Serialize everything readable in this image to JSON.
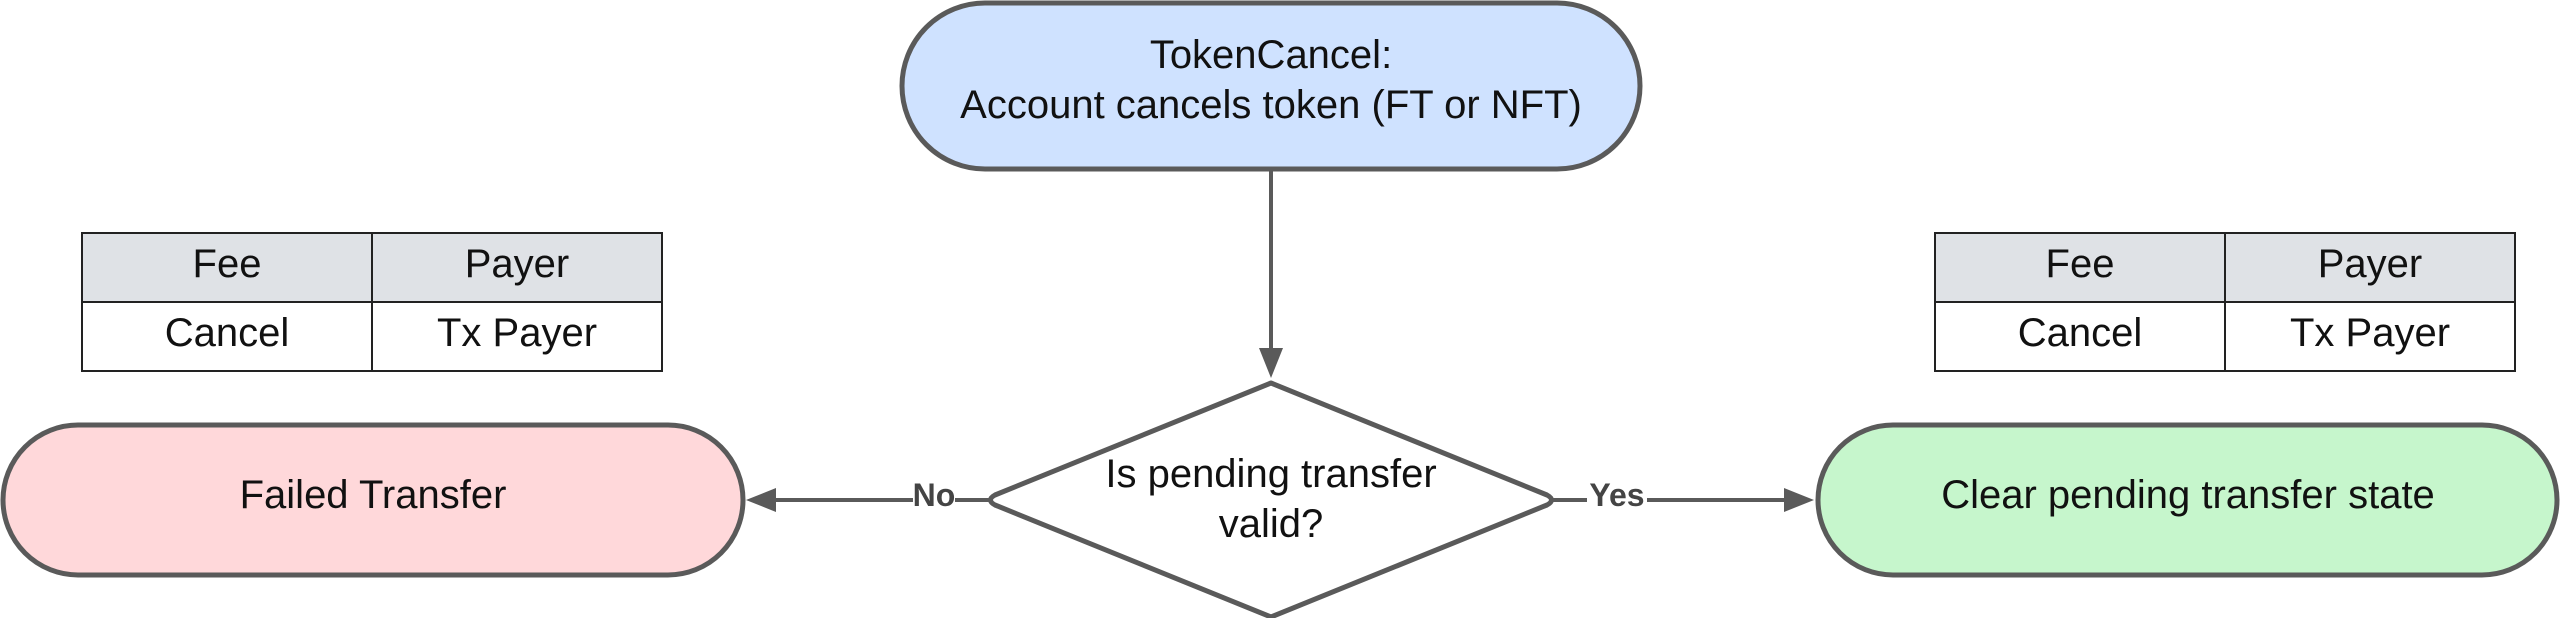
{
  "colors": {
    "start_fill": "#cfe2ff",
    "fail_fill": "#ffd8da",
    "success_fill": "#c6f6cc",
    "stroke": "#5a5a5a",
    "table_header_fill": "#dfe2e6",
    "table_body_fill": "#ffffff"
  },
  "nodes": {
    "start": {
      "line1": "TokenCancel:",
      "line2": "Account cancels token (FT or NFT)"
    },
    "decision": {
      "line1": "Is pending transfer",
      "line2": "valid?"
    },
    "fail": {
      "label": "Failed Transfer"
    },
    "success": {
      "label": "Clear pending transfer state"
    }
  },
  "edges": {
    "no_label": "No",
    "yes_label": "Yes"
  },
  "fee_tables": {
    "left": {
      "headers": [
        "Fee",
        "Payer"
      ],
      "row": [
        "Cancel",
        "Tx Payer"
      ]
    },
    "right": {
      "headers": [
        "Fee",
        "Payer"
      ],
      "row": [
        "Cancel",
        "Tx Payer"
      ]
    }
  }
}
